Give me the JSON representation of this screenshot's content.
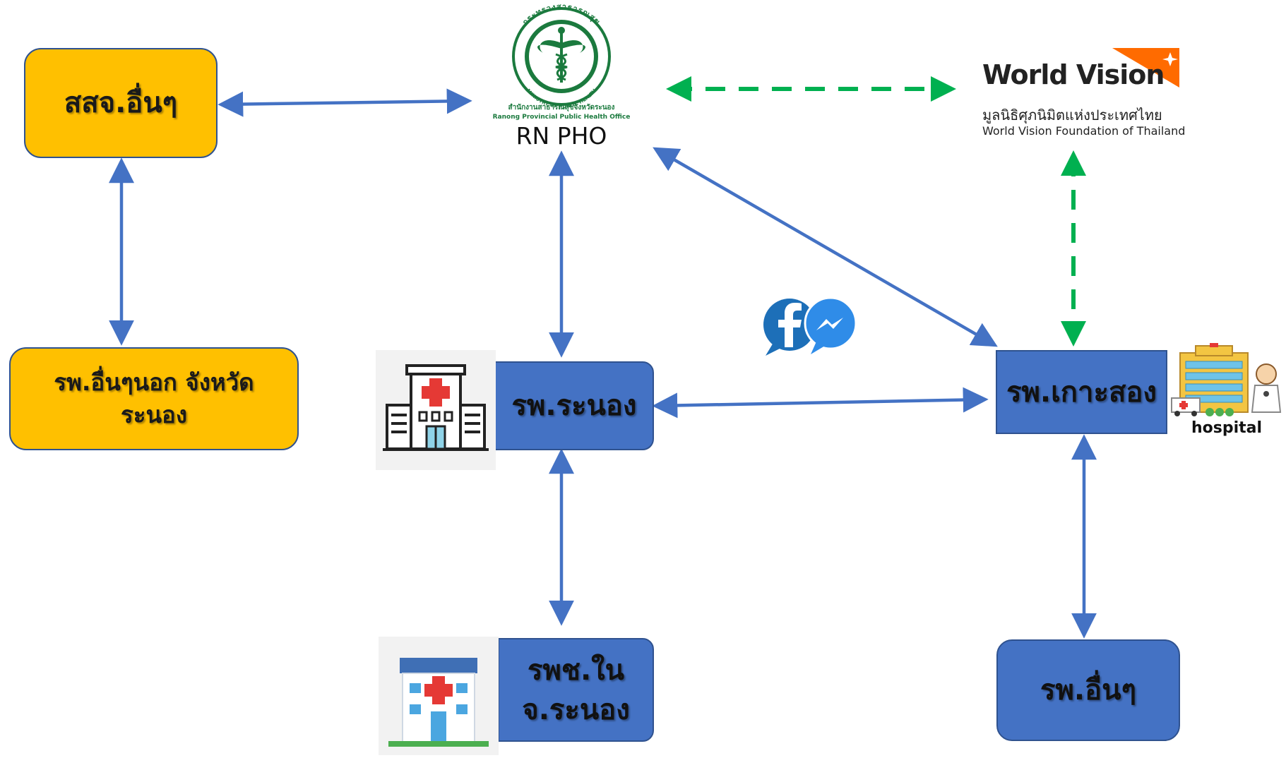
{
  "nodes": {
    "other_pho": {
      "label": "สสจ.อื่นๆ"
    },
    "other_province_hospitals": {
      "line1": "รพ.อื่นๆนอก จังหวัด",
      "line2": "ระนอง"
    },
    "ranong_hospital": {
      "label": "รพ.ระนอง"
    },
    "community_hospitals": {
      "line1": "รพช.ใน",
      "line2": "จ.ระนอง"
    },
    "kohsong_hospital": {
      "label": "รพ.เกาะสอง"
    },
    "other_hospitals": {
      "label": "รพ.อื่นๆ"
    }
  },
  "moph_logo": {
    "ring_text": "กระทรวงสาธารณสุข",
    "ring_text_en": "MINISTRY OF PUBLIC HEALTH",
    "office_th": "สำนักงานสาธารณสุขจังหวัดระนอง",
    "office_en": "Ranong Provincial Public Health Office",
    "caption": "RN PHO",
    "color": "#1B7A3E"
  },
  "world_vision_logo": {
    "brand": "World Vision",
    "name_th": "มูลนิธิศุภนิมิตแห่งประเทศไทย",
    "name_en": "World Vision Foundation of Thailand",
    "accent": "#FF6B00"
  },
  "hospital_icon": {
    "caption": "hospital"
  },
  "social_icons": [
    "facebook-icon",
    "messenger-icon"
  ],
  "colors": {
    "solid_link": "#4472C4",
    "dashed_link": "#00B050",
    "yellow_node": "#FFC000",
    "blue_node": "#4472C4",
    "node_border": "#2F528F"
  }
}
